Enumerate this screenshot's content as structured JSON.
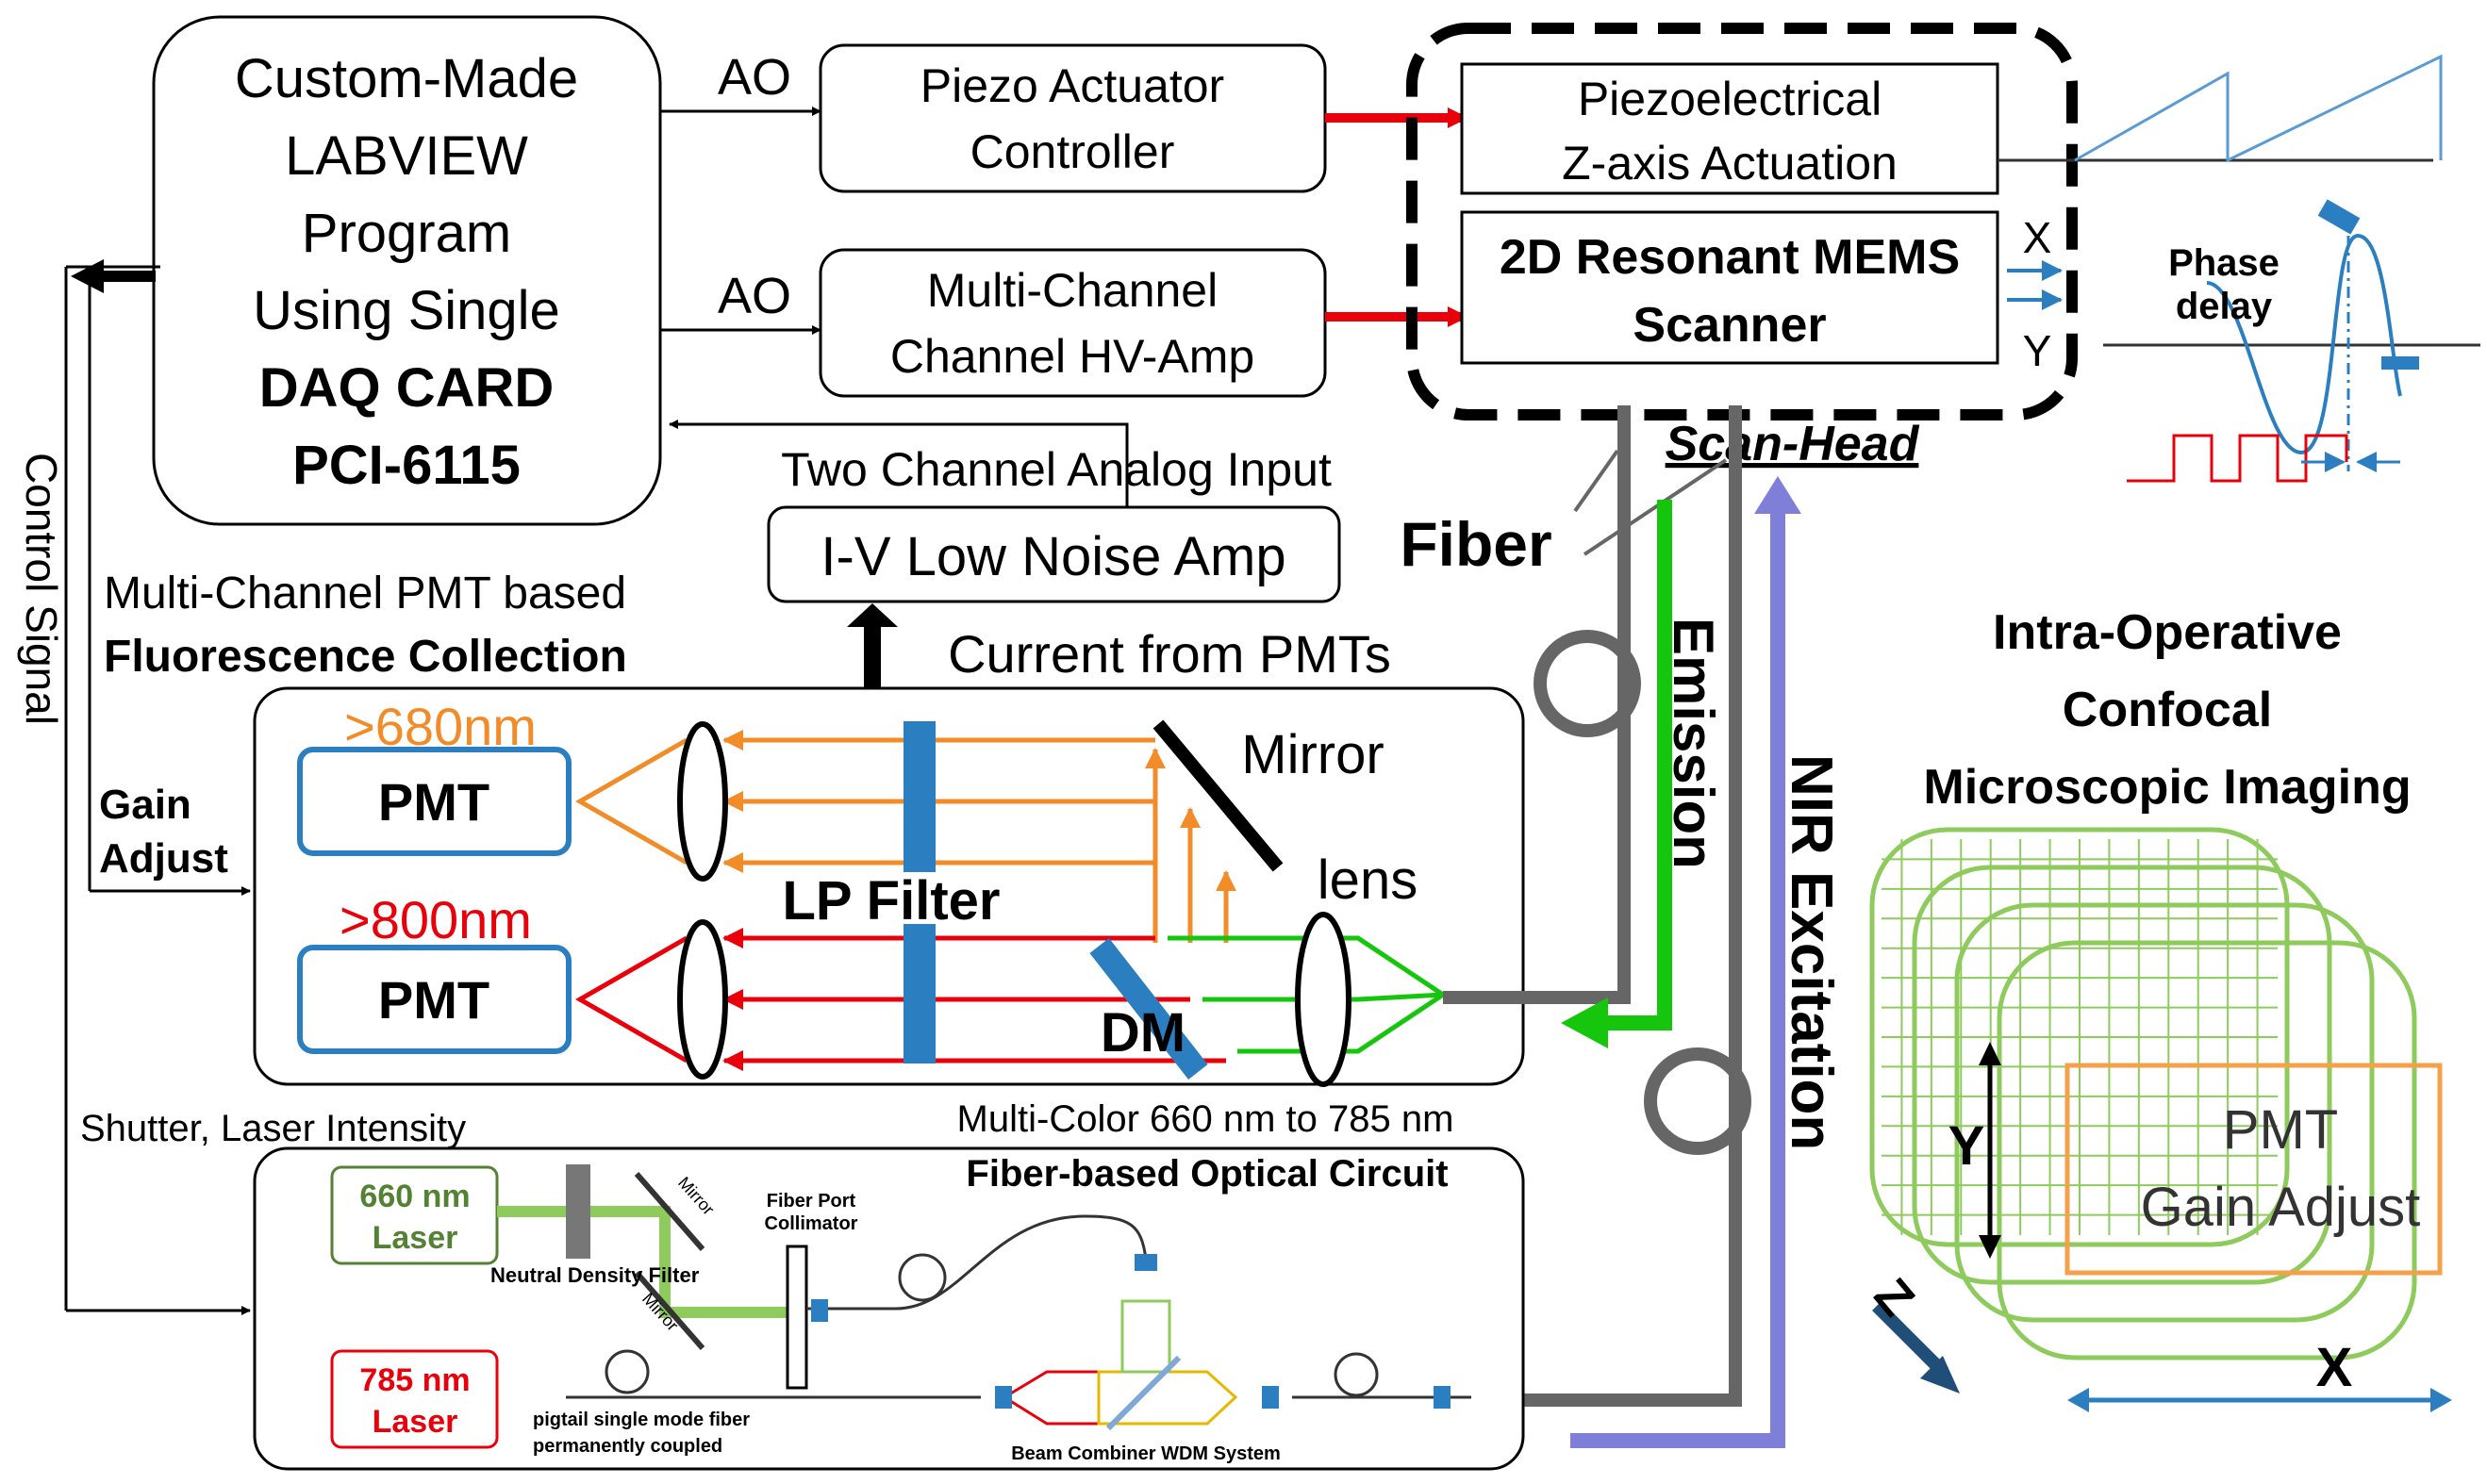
{
  "labview": {
    "lines": [
      "Custom-Made",
      "LABVIEW",
      "Program",
      "Using Single"
    ],
    "bold_lines": [
      "DAQ CARD",
      "PCI-6115"
    ]
  },
  "ao_label_1": "AO",
  "ao_label_2": "AO",
  "piezo_controller": [
    "Piezo Actuator",
    "Controller"
  ],
  "hv_amp": [
    "Multi-Channel",
    "Channel HV-Amp"
  ],
  "piezo_actuation": [
    "Piezoelectrical",
    "Z-axis Actuation"
  ],
  "mems": [
    "2D Resonant MEMS",
    "Scanner"
  ],
  "mems_x": "X",
  "mems_y": "Y",
  "phase_delay": [
    "Phase",
    "delay"
  ],
  "scan_head": "Scan-Head",
  "analog_input": "Two Channel Analog Input",
  "iv_amp": "I-V Low Noise Amp",
  "fiber_label": "Fiber",
  "control_signal": "Control Signal",
  "pmt_collection": [
    "Multi-Channel PMT based",
    "Fluorescence Collection"
  ],
  "current_pmts": "Current from PMTs",
  "gain_adjust": [
    "Gain",
    "Adjust"
  ],
  "wl_680": ">680nm",
  "wl_800": ">800nm",
  "pmt_label": "PMT",
  "mirror": "Mirror",
  "lens": "lens",
  "lp_filter": "LP Filter",
  "dm": "DM",
  "emission": "Emission",
  "nir_excitation": "NIR Excitation",
  "shutter": "Shutter, Laser Intensity",
  "multicolor": "Multi-Color 660 nm to 785 nm",
  "optical_circuit": "Fiber-based Optical Circuit",
  "laser660": [
    "660 nm",
    "Laser"
  ],
  "laser785": [
    "785 nm",
    "Laser"
  ],
  "nd_filter": "Neutral Density Filter",
  "mirror_small": "Mirror",
  "fiber_port": [
    "Fiber Port",
    "Collimator"
  ],
  "pigtail": [
    "pigtail single mode fiber",
    "permanently coupled"
  ],
  "wdm": "Beam Combiner WDM System",
  "imaging_title": [
    "Intra-Operative",
    "Confocal",
    "Microscopic Imaging"
  ],
  "pmt_gain": [
    "PMT",
    "Gain Adjust"
  ],
  "axis_x": "X",
  "axis_y": "Y",
  "axis_z": "Z",
  "colors": {
    "orange": "#f28c28",
    "red": "#e8000b",
    "green": "#16c60c",
    "blue": "#2b7fc1",
    "purple": "#7f7fd9",
    "gray": "#666666",
    "grid_green": "#8fca5d",
    "gain_orange": "#f5a04a"
  }
}
